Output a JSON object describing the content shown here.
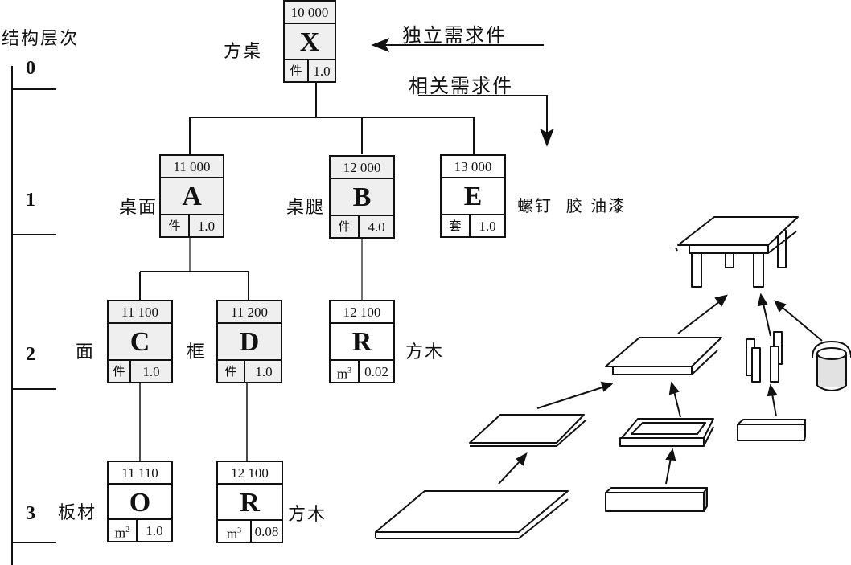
{
  "axis": {
    "title": "结构层次",
    "levels": [
      "0",
      "1",
      "2",
      "3"
    ]
  },
  "annotations": {
    "independent_demand": "独立需求件",
    "dependent_demand": "相关需求件"
  },
  "nodes": {
    "X": {
      "code": "10 000",
      "letter": "X",
      "unit": "件",
      "qty": "1.0",
      "name": "方桌",
      "level": 0
    },
    "A": {
      "code": "11 000",
      "letter": "A",
      "unit": "件",
      "qty": "1.0",
      "name": "桌面",
      "level": 1
    },
    "B": {
      "code": "12 000",
      "letter": "B",
      "unit": "件",
      "qty": "4.0",
      "name": "桌腿",
      "level": 1
    },
    "E": {
      "code": "13 000",
      "letter": "E",
      "unit": "套",
      "qty": "1.0",
      "name": "螺钉  胶 油漆",
      "level": 1
    },
    "C": {
      "code": "11 100",
      "letter": "C",
      "unit": "件",
      "qty": "1.0",
      "name": "面",
      "level": 2
    },
    "D": {
      "code": "11 200",
      "letter": "D",
      "unit": "件",
      "qty": "1.0",
      "name": "框",
      "level": 2
    },
    "R1": {
      "code": "12 100",
      "letter": "R",
      "unit": "m",
      "unit_exp": "3",
      "qty": "0.02",
      "name": "方木",
      "level": 2
    },
    "O": {
      "code": "11 110",
      "letter": "O",
      "unit": "m",
      "unit_exp": "2",
      "qty": "1.0",
      "name": "板材",
      "level": 3
    },
    "R2": {
      "code": "12 100",
      "letter": "R",
      "unit": "m",
      "unit_exp": "3",
      "qty": "0.08",
      "name": "方木",
      "level": 3
    }
  },
  "edges": [
    [
      "X",
      "A"
    ],
    [
      "X",
      "B"
    ],
    [
      "X",
      "E"
    ],
    [
      "A",
      "C"
    ],
    [
      "A",
      "D"
    ],
    [
      "B",
      "R1"
    ],
    [
      "C",
      "O"
    ],
    [
      "D",
      "R2"
    ]
  ],
  "illustration": {
    "description": "Exploded assembly drawing of a square table",
    "parts": [
      "table",
      "tabletop-assembly",
      "top-panel",
      "frame",
      "legs",
      "paint-bucket",
      "board",
      "square-timber-1",
      "square-timber-2"
    ]
  }
}
